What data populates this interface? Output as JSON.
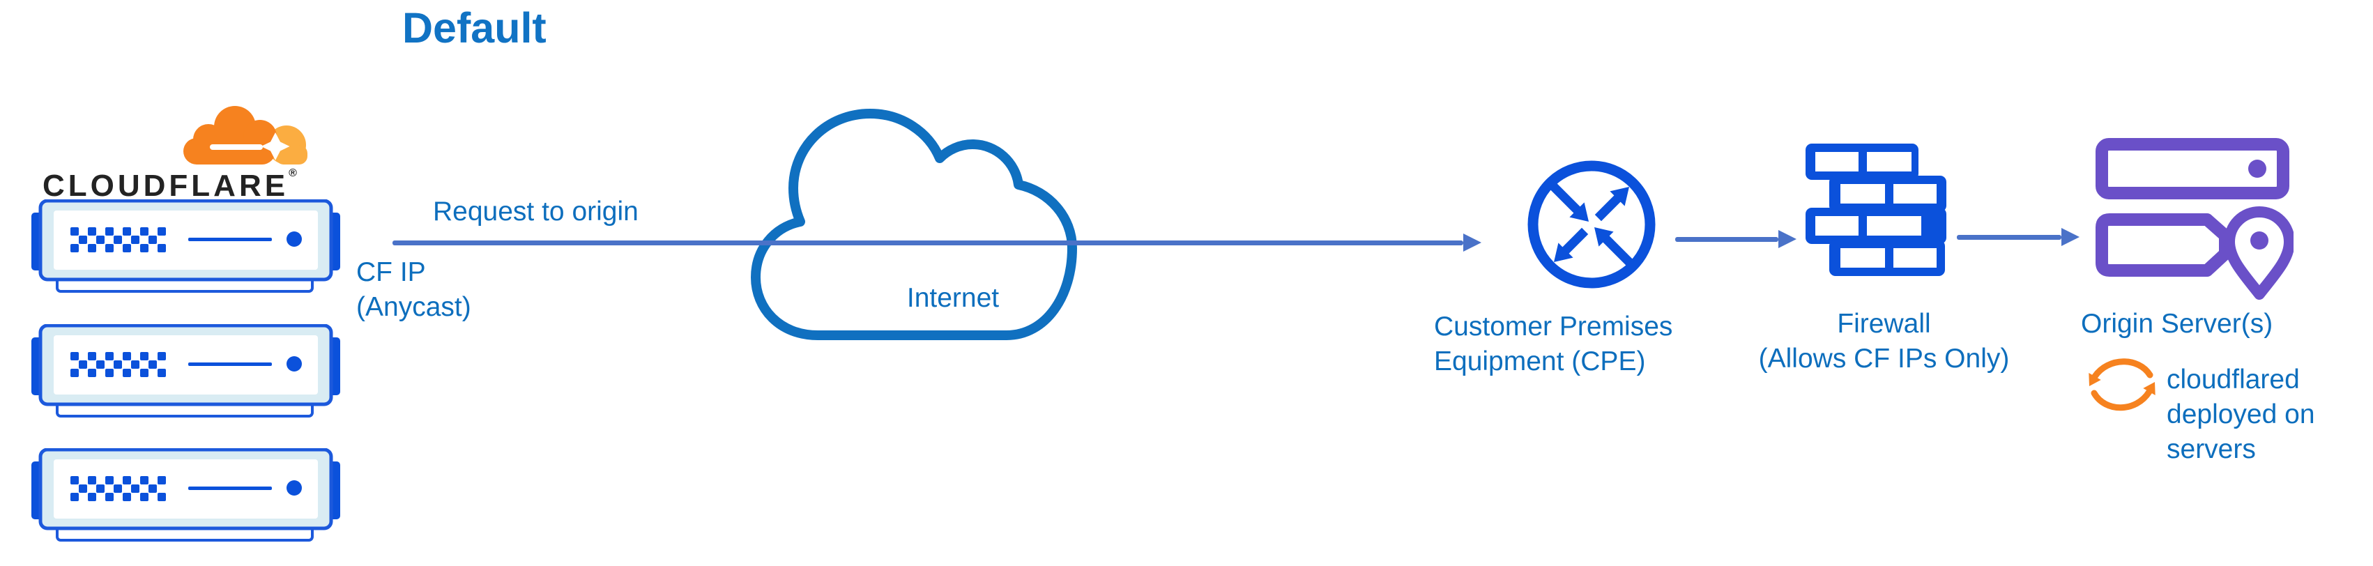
{
  "title": "Default",
  "cloudflare": {
    "wordmark": "CLOUDFLARE",
    "registered_mark": "®",
    "server_count": 3
  },
  "flow": {
    "request_label": "Request to origin",
    "cf_ip": [
      "CF IP",
      "(Anycast)"
    ],
    "internet_label": "Internet",
    "cpe_label": [
      "Customer Premises",
      "Equipment (CPE)"
    ],
    "firewall_label": [
      "Firewall",
      "(Allows CF IPs Only)"
    ],
    "origin_label": "Origin Server(s)",
    "cloudflared_note": [
      "cloudflared",
      "deployed on",
      "servers"
    ]
  },
  "icons": {
    "cloudflare_logo": "orange-cloud-logo",
    "edge_server": "server-rack-icon",
    "internet": "cloud-outline-icon",
    "cpe": "router-arrows-circle-icon",
    "firewall": "brick-wall-icon",
    "origin": "stacked-servers-location-pin-icon",
    "cloudflared": "sync-arrows-icon"
  },
  "colors": {
    "title_blue": "#1173c4",
    "label_blue": "#0d6ebd",
    "icon_blue": "#0b51db",
    "server_border": "#1c59dc",
    "server_fill": "#d9ecf3",
    "cloud_outline": "#1070c0",
    "arrow_blue": "#4a72c8",
    "orange": "#f6821f",
    "orange_light": "#fbad41",
    "purple": "#6a50c8",
    "wordmark_black": "#232323",
    "background": "#ffffff"
  }
}
